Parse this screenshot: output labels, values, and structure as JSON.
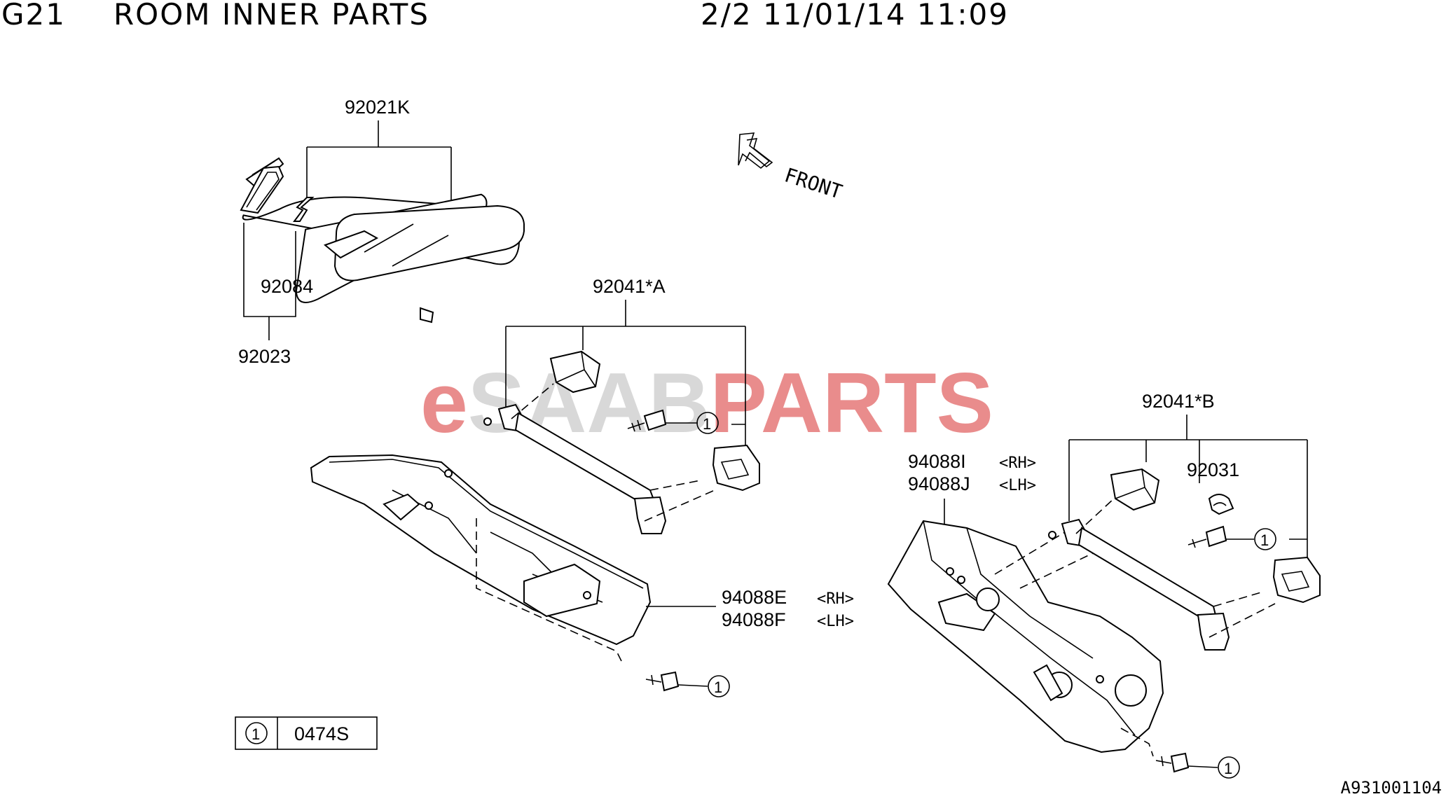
{
  "header": {
    "code": "G21",
    "title": "ROOM INNER PARTS",
    "page_info": "2/2 11/01/14 11:09"
  },
  "watermark": {
    "prefix": "e",
    "middle": "SAAB",
    "suffix": "PARTS",
    "color_prefix": "#e98c8c",
    "color_middle": "#d8d8d8",
    "color_suffix": "#e98c8c"
  },
  "direction": {
    "label": "FRONT"
  },
  "parts": {
    "mirror": "92021K",
    "mirror_cover": "92084",
    "mirror_base": "92023",
    "grip_a": "92041*A",
    "grip_b": "92041*B",
    "clip": "92031",
    "trim_rh_right": "94088I",
    "trim_lh_right": "94088J",
    "trim_rh_left": "94088E",
    "trim_lh_left": "94088F"
  },
  "sides": {
    "rh": "<RH>",
    "lh": "<LH>"
  },
  "callout": "1",
  "legend": {
    "number": "1",
    "part": "0474S"
  },
  "reference": "A931001104"
}
